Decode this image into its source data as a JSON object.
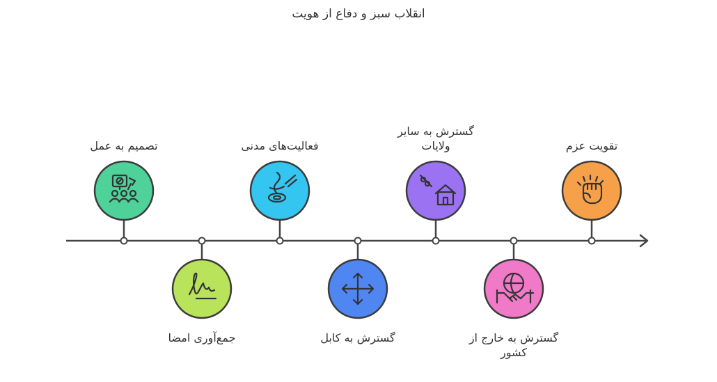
{
  "title": "انقلاب سبز و دفاع از هویت",
  "milestones": [
    {
      "label": "تصمیم به عمل",
      "color": "#4fd19a",
      "icon": "protest-group-icon",
      "position": "above"
    },
    {
      "label": "جمع‌آوری امضا",
      "color": "#b8e35a",
      "icon": "signature-icon",
      "position": "below"
    },
    {
      "label": "فعالیت‌های مدنی",
      "color": "#34c6f0",
      "icon": "slingshot-icon",
      "position": "above"
    },
    {
      "label": "گسترش به کابل",
      "color": "#4f86f2",
      "icon": "expand-arrows-icon",
      "position": "below"
    },
    {
      "label": "گسترش به سایر ولایات",
      "color": "#9b72f2",
      "icon": "house-with-tool-icon",
      "position": "above"
    },
    {
      "label": "گسترش به خارج از کشور",
      "color": "#f07ac8",
      "icon": "globe-handshake-icon",
      "position": "below"
    },
    {
      "label": "تقویت عزم",
      "color": "#f7a04a",
      "icon": "raised-fist-icon",
      "position": "above"
    }
  ]
}
